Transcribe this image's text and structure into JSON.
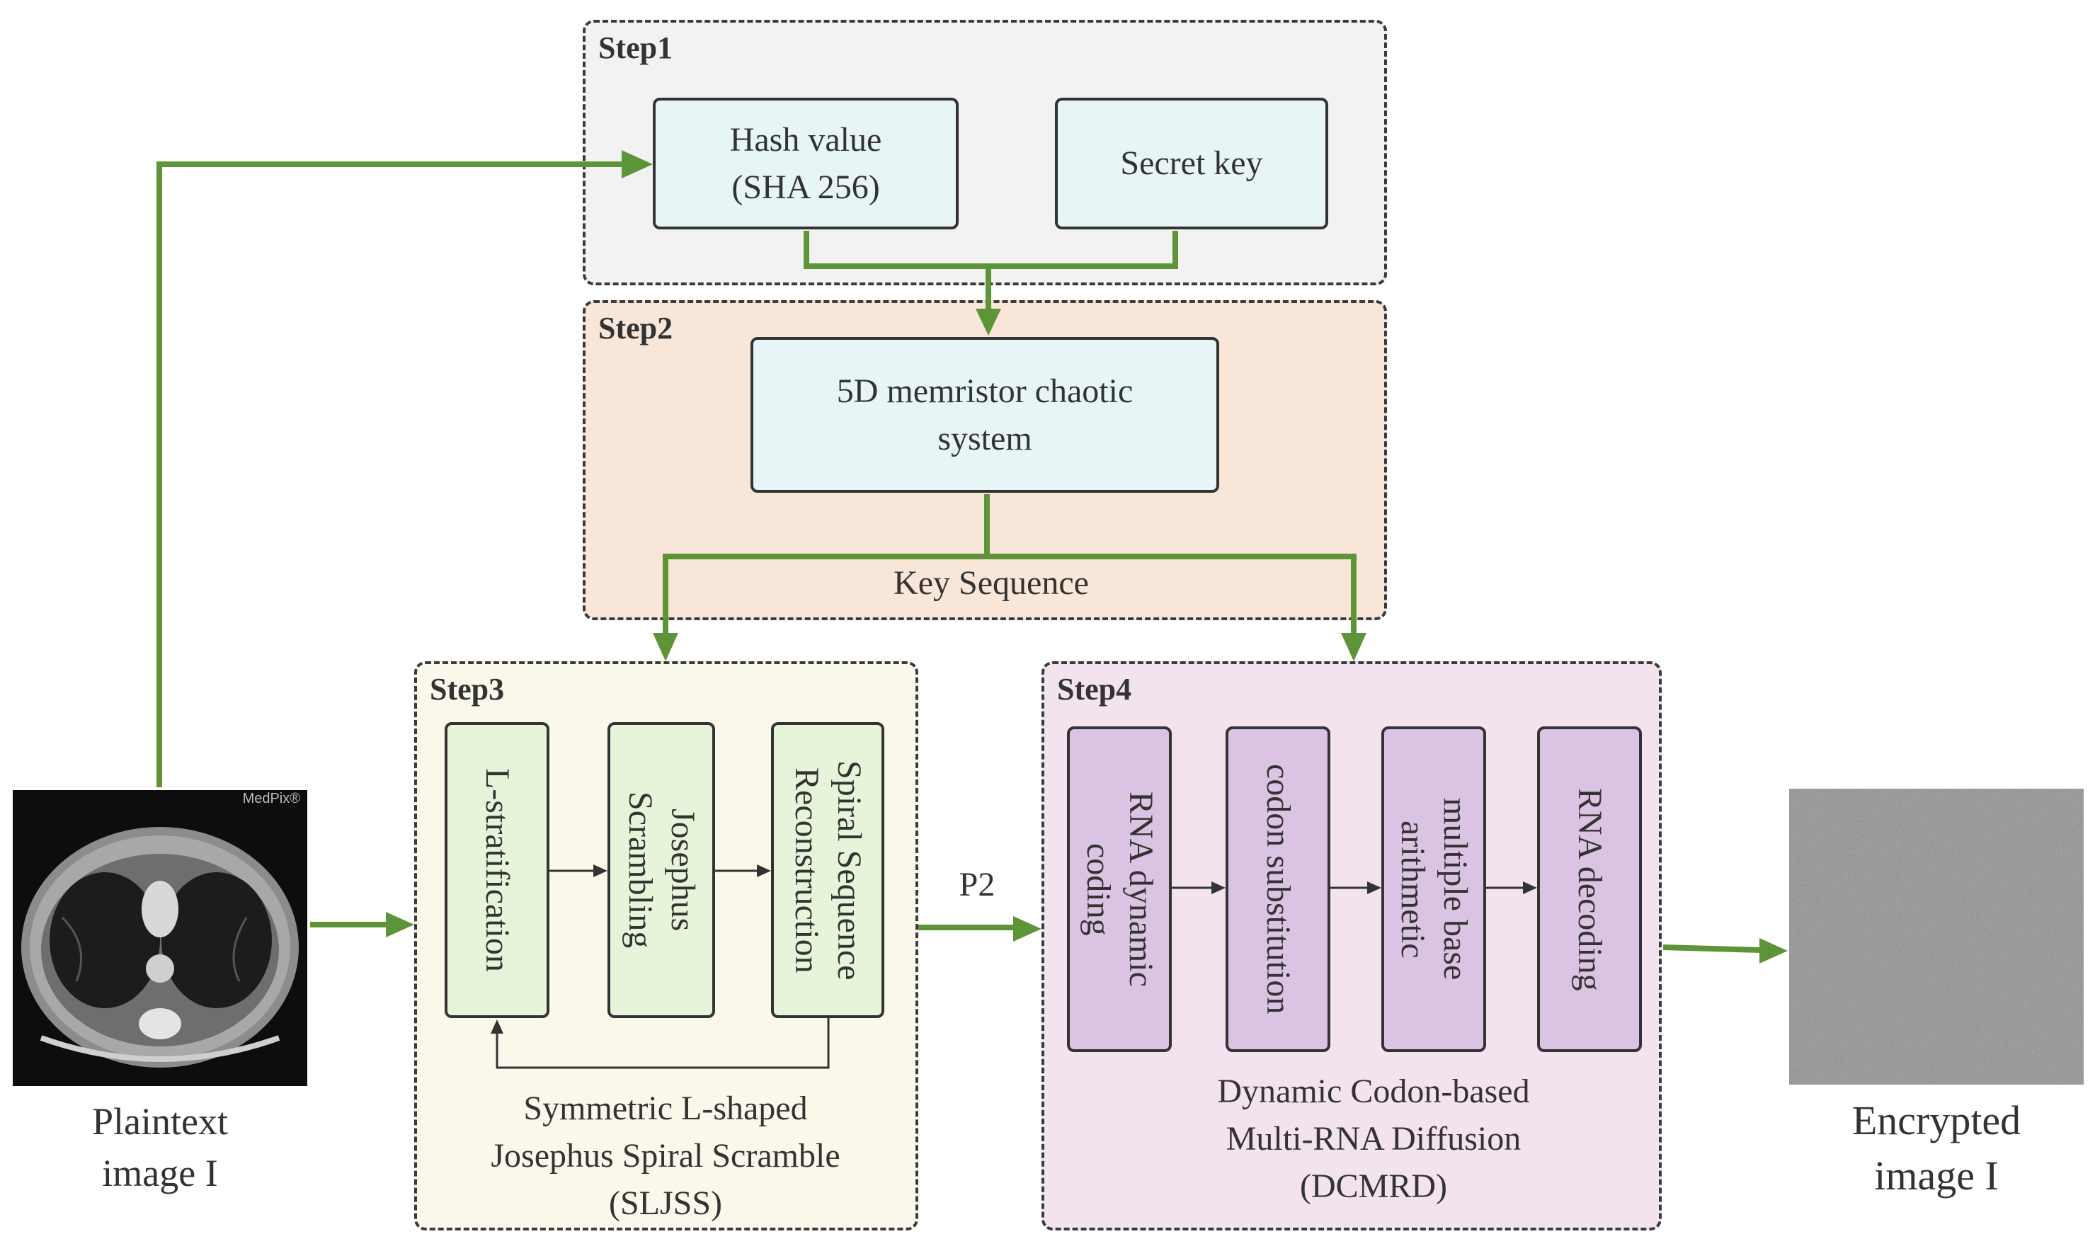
{
  "steps": {
    "step1": "Step1",
    "step2": "Step2",
    "step3": "Step3",
    "step4": "Step4"
  },
  "step1_boxes": {
    "hash": "Hash value\n(SHA 256)",
    "secret": "Secret key"
  },
  "step2_box": "5D memristor chaotic\nsystem",
  "key_sequence": "Key Sequence",
  "step3_boxes": [
    "L-stratification",
    "Josephus\nScrambling",
    "Spiral Sequence\nReconstruction"
  ],
  "step3_caption": "Symmetric L-shaped\nJosephus Spiral Scramble\n(SLJSS)",
  "p2_label": "P2",
  "step4_boxes": [
    "RNA dynamic\ncoding",
    "codon substitution",
    "multiple base\narithmetic",
    "RNA decoding"
  ],
  "step4_caption": "Dynamic Codon-based\nMulti-RNA Diffusion\n(DCMRD)",
  "plaintext_caption": "Plaintext\nimage I",
  "encrypted_caption": "Encrypted\nimage I",
  "ct_image": {
    "watermark": "MedPix®"
  },
  "colors": {
    "arrow_green": "#5e9438",
    "step1_bg": "#f2f2f2",
    "step2_bg": "#f8e6d8",
    "step3_bg": "#faf8ea",
    "step4_bg": "#f2e3ef",
    "cyan_box": "#e7f5f6",
    "green_box": "#e6f5da",
    "purple_box": "#dbc3e3"
  }
}
